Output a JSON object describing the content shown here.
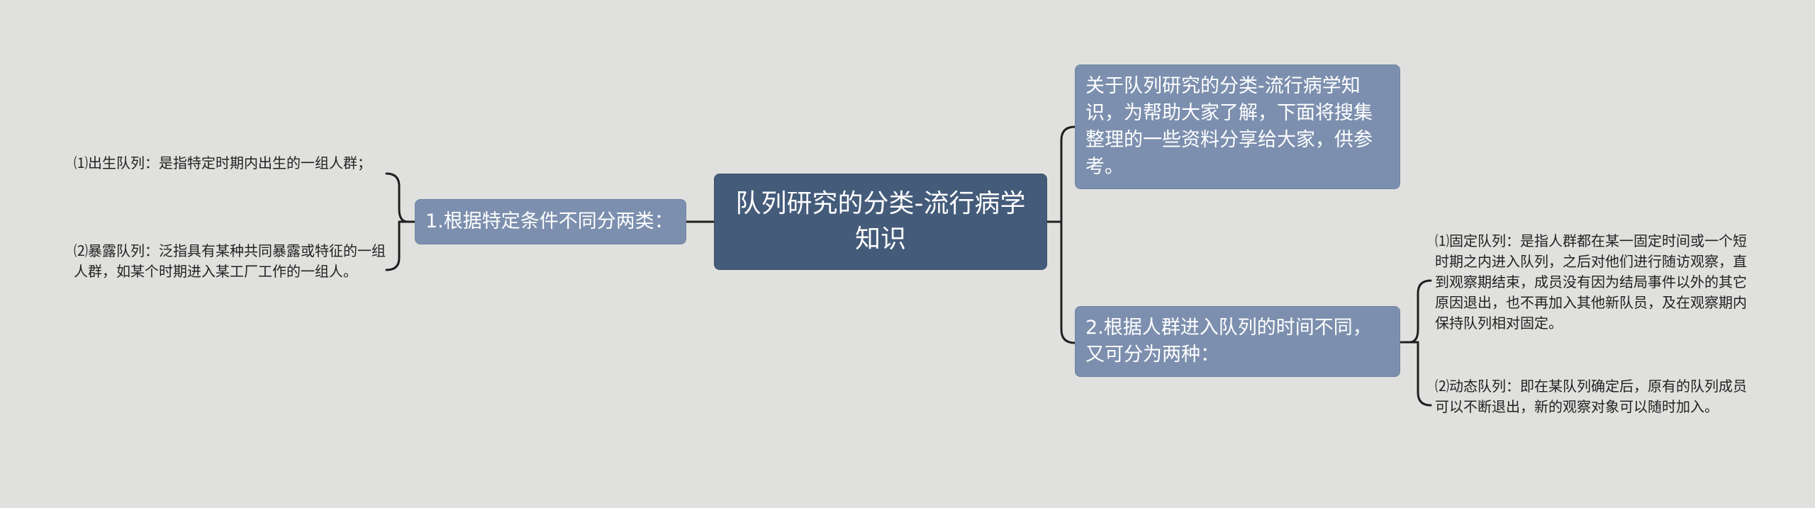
{
  "root": {
    "title": "队列研究的分类-流行病学知识"
  },
  "left_branch": {
    "label": "1.根据特定条件不同分两类：",
    "children": [
      "⑴出生队列：是指特定时期内出生的一组人群；",
      "⑵暴露队列：泛指具有某种共同暴露或特征的一组人群，如某个时期进入某工厂工作的一组人。"
    ]
  },
  "right_top": {
    "label": "关于队列研究的分类-流行病学知识，为帮助大家了解，下面将搜集整理的一些资料分享给大家，供参考。"
  },
  "right_bottom": {
    "label": "2.根据人群进入队列的时间不同，又可分为两种：",
    "children": [
      "⑴固定队列：是指人群都在某一固定时间或一个短时期之内进入队列，之后对他们进行随访观察，直到观察期结束，成员没有因为结局事件以外的其它原因退出，也不再加入其他新队员，及在观察期内保持队列相对固定。",
      "⑵动态队列：即在某队列确定后，原有的队列成员可以不断退出，新的观察对象可以随时加入。"
    ]
  },
  "colors": {
    "background": "#e0e1de",
    "root_fill": "#445b7a",
    "branch_fill": "#7c8fae",
    "connector": "#1f1f1f"
  }
}
